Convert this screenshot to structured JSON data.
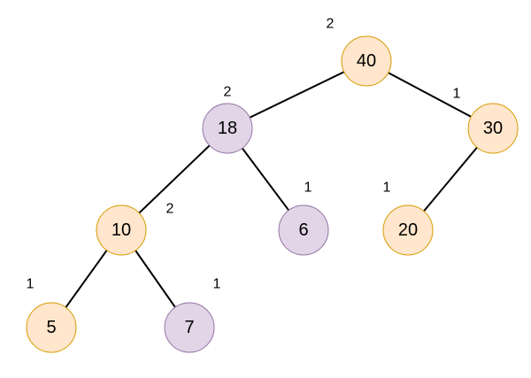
{
  "colors": {
    "orange_fill": "#ffe6cc",
    "orange_stroke": "#d79b00",
    "purple_fill": "#e1d5e7",
    "purple_stroke": "#9673a6",
    "edge": "#000000",
    "text": "#000000"
  },
  "nodes": {
    "n40": {
      "label": "40",
      "rank": "2",
      "color": "orange"
    },
    "n18": {
      "label": "18",
      "rank": "2",
      "color": "purple"
    },
    "n30": {
      "label": "30",
      "rank": "1",
      "color": "orange"
    },
    "n10": {
      "label": "10",
      "rank": "2",
      "color": "orange"
    },
    "n6": {
      "label": "6",
      "rank": "1",
      "color": "purple"
    },
    "n20": {
      "label": "20",
      "rank": "1",
      "color": "orange"
    },
    "n5": {
      "label": "5",
      "rank": "1",
      "color": "orange"
    },
    "n7": {
      "label": "7",
      "rank": "1",
      "color": "purple"
    }
  },
  "edges": [
    {
      "from": "n40",
      "to": "n18"
    },
    {
      "from": "n40",
      "to": "n30"
    },
    {
      "from": "n18",
      "to": "n10"
    },
    {
      "from": "n18",
      "to": "n6"
    },
    {
      "from": "n30",
      "to": "n20"
    },
    {
      "from": "n10",
      "to": "n5"
    },
    {
      "from": "n10",
      "to": "n7"
    }
  ]
}
